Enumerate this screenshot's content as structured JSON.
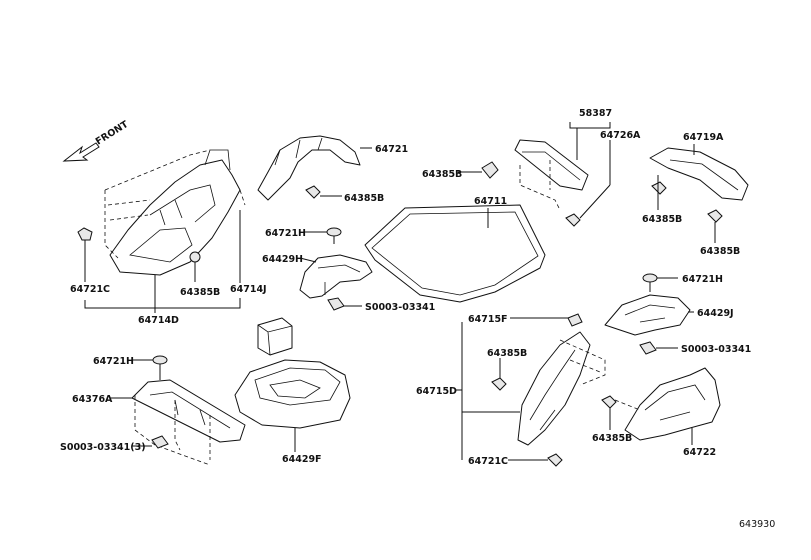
{
  "orientation": {
    "front_label": "FRONT"
  },
  "parts": {
    "p64721_top": "64721",
    "p64385B_a": "64385B",
    "p64721H_a": "64721H",
    "p64429H": "64429H",
    "pS0003_a": "S0003-03341",
    "p64721C_a": "64721C",
    "p64385B_b": "64385B",
    "p64714J": "64714J",
    "p64714D": "64714D",
    "p58387": "58387",
    "p64726A": "64726A",
    "p64385B_c": "64385B",
    "p64711": "64711",
    "p64719A": "64719A",
    "p64385B_d": "64385B",
    "p64385B_e": "64385B",
    "p64721H_b": "64721H",
    "p64429J": "64429J",
    "pS0003_b": "S0003-03341",
    "p64721H_c": "64721H",
    "p64376A": "64376A",
    "pS0003_c": "S0003-03341(3)",
    "p64429F": "64429F",
    "p64715F": "64715F",
    "p64385B_f": "64385B",
    "p64715D": "64715D",
    "p64721C_b": "64721C",
    "p64385B_g": "64385B",
    "p64722": "64722"
  },
  "footer": {
    "diagram_code": "643930"
  }
}
